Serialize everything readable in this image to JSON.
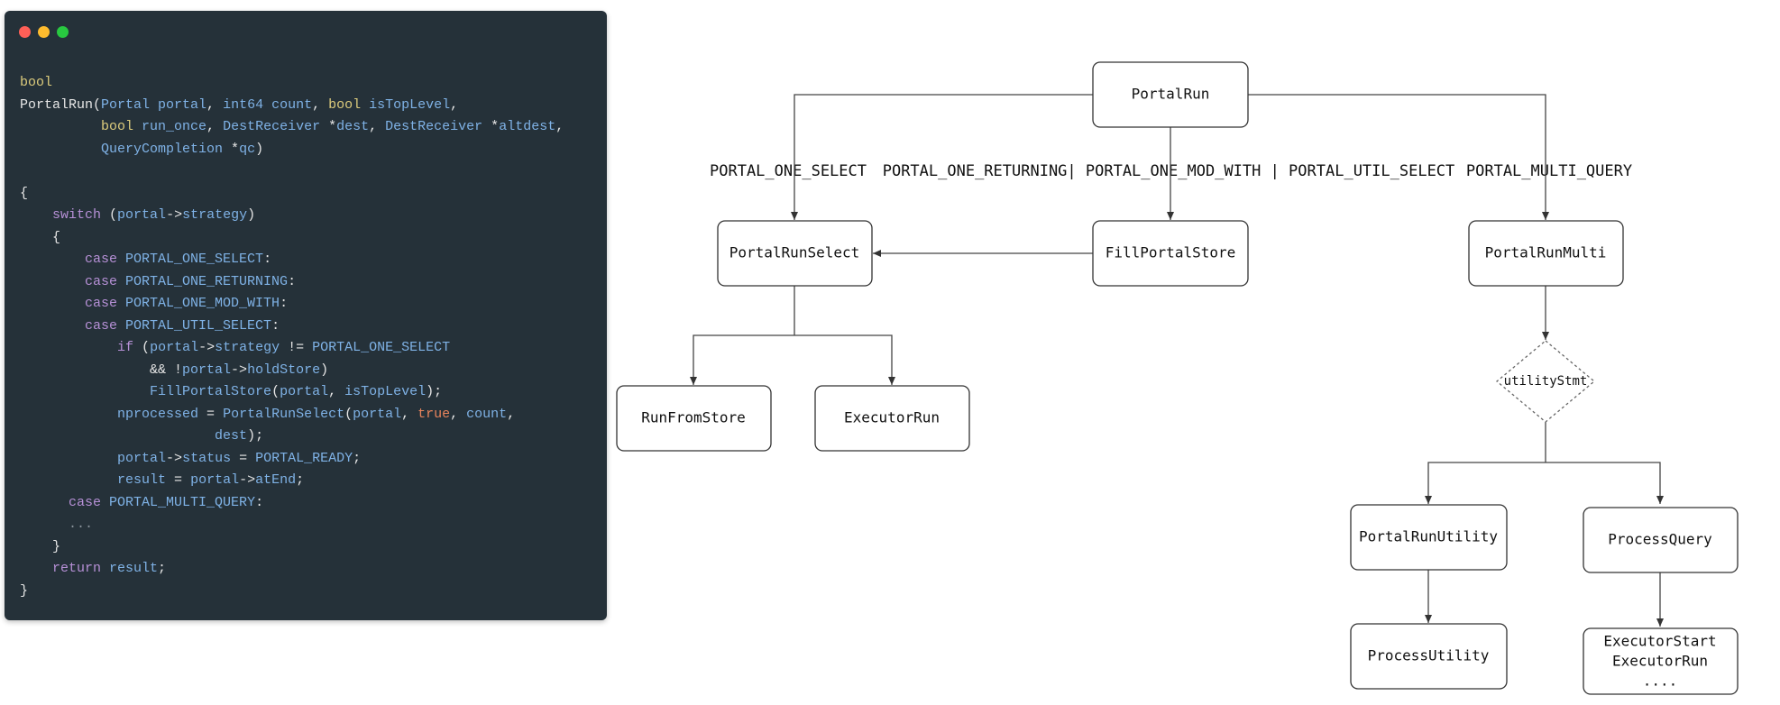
{
  "window": {
    "dots": [
      {
        "color": "#ff5f57"
      },
      {
        "color": "#febc2e"
      },
      {
        "color": "#28c840"
      }
    ]
  },
  "code": [
    [
      [
        "bool",
        "type"
      ]
    ],
    [
      [
        "PortalRun(",
        "plain"
      ],
      [
        "Portal portal",
        "id"
      ],
      [
        ", ",
        "plain"
      ],
      [
        "int64 count",
        "id"
      ],
      [
        ", ",
        "plain"
      ],
      [
        "bool ",
        "type"
      ],
      [
        "isTopLevel",
        "id"
      ],
      [
        ",",
        "plain"
      ]
    ],
    [
      [
        "          ",
        "plain"
      ],
      [
        "bool ",
        "type"
      ],
      [
        "run_once",
        "id"
      ],
      [
        ", ",
        "plain"
      ],
      [
        "DestReceiver ",
        "id"
      ],
      [
        "*",
        "plain"
      ],
      [
        "dest",
        "id"
      ],
      [
        ", ",
        "plain"
      ],
      [
        "DestReceiver ",
        "id"
      ],
      [
        "*",
        "plain"
      ],
      [
        "altdest",
        "id"
      ],
      [
        ",",
        "plain"
      ]
    ],
    [
      [
        "          ",
        "plain"
      ],
      [
        "QueryCompletion ",
        "id"
      ],
      [
        "*",
        "plain"
      ],
      [
        "qc",
        "id"
      ],
      [
        ")",
        "plain"
      ]
    ],
    [
      [
        "",
        "plain"
      ]
    ],
    [
      [
        "{",
        "plain"
      ]
    ],
    [
      [
        "    ",
        "plain"
      ],
      [
        "switch ",
        "kw"
      ],
      [
        "(",
        "plain"
      ],
      [
        "portal",
        "id"
      ],
      [
        "->",
        "plain"
      ],
      [
        "strategy",
        "id"
      ],
      [
        ")",
        "plain"
      ]
    ],
    [
      [
        "    {",
        "plain"
      ]
    ],
    [
      [
        "        ",
        "plain"
      ],
      [
        "case ",
        "kw"
      ],
      [
        "PORTAL_ONE_SELECT",
        "id"
      ],
      [
        ":",
        "plain"
      ]
    ],
    [
      [
        "        ",
        "plain"
      ],
      [
        "case ",
        "kw"
      ],
      [
        "PORTAL_ONE_RETURNING",
        "id"
      ],
      [
        ":",
        "plain"
      ]
    ],
    [
      [
        "        ",
        "plain"
      ],
      [
        "case ",
        "kw"
      ],
      [
        "PORTAL_ONE_MOD_WITH",
        "id"
      ],
      [
        ":",
        "plain"
      ]
    ],
    [
      [
        "        ",
        "plain"
      ],
      [
        "case ",
        "kw"
      ],
      [
        "PORTAL_UTIL_SELECT",
        "id"
      ],
      [
        ":",
        "plain"
      ]
    ],
    [
      [
        "            ",
        "plain"
      ],
      [
        "if ",
        "kw"
      ],
      [
        "(",
        "plain"
      ],
      [
        "portal",
        "id"
      ],
      [
        "->",
        "plain"
      ],
      [
        "strategy",
        "id"
      ],
      [
        " != ",
        "plain"
      ],
      [
        "PORTAL_ONE_SELECT",
        "id"
      ]
    ],
    [
      [
        "                && !",
        "plain"
      ],
      [
        "portal",
        "id"
      ],
      [
        "->",
        "plain"
      ],
      [
        "holdStore",
        "id"
      ],
      [
        ")",
        "plain"
      ]
    ],
    [
      [
        "                ",
        "plain"
      ],
      [
        "FillPortalStore",
        "id"
      ],
      [
        "(",
        "plain"
      ],
      [
        "portal",
        "id"
      ],
      [
        ", ",
        "plain"
      ],
      [
        "isTopLevel",
        "id"
      ],
      [
        ");",
        "plain"
      ]
    ],
    [
      [
        "            ",
        "plain"
      ],
      [
        "nprocessed",
        "id"
      ],
      [
        " = ",
        "plain"
      ],
      [
        "PortalRunSelect",
        "id"
      ],
      [
        "(",
        "plain"
      ],
      [
        "portal",
        "id"
      ],
      [
        ", ",
        "plain"
      ],
      [
        "true",
        "lit"
      ],
      [
        ", ",
        "plain"
      ],
      [
        "count",
        "id"
      ],
      [
        ",",
        "plain"
      ]
    ],
    [
      [
        "                        ",
        "plain"
      ],
      [
        "dest",
        "id"
      ],
      [
        ");",
        "plain"
      ]
    ],
    [
      [
        "            ",
        "plain"
      ],
      [
        "portal",
        "id"
      ],
      [
        "->",
        "plain"
      ],
      [
        "status",
        "id"
      ],
      [
        " = ",
        "plain"
      ],
      [
        "PORTAL_READY",
        "id"
      ],
      [
        ";",
        "plain"
      ]
    ],
    [
      [
        "            ",
        "plain"
      ],
      [
        "result",
        "id"
      ],
      [
        " = ",
        "plain"
      ],
      [
        "portal",
        "id"
      ],
      [
        "->",
        "plain"
      ],
      [
        "atEnd",
        "id"
      ],
      [
        ";",
        "plain"
      ]
    ],
    [
      [
        "      ",
        "plain"
      ],
      [
        "case ",
        "kw"
      ],
      [
        "PORTAL_MULTI_QUERY",
        "id"
      ],
      [
        ":",
        "plain"
      ]
    ],
    [
      [
        "      ",
        "plain"
      ],
      [
        "...",
        "dim"
      ]
    ],
    [
      [
        "    }",
        "plain"
      ]
    ],
    [
      [
        "    ",
        "plain"
      ],
      [
        "return ",
        "kw"
      ],
      [
        "result",
        "id"
      ],
      [
        ";",
        "plain"
      ]
    ],
    [
      [
        "}",
        "plain"
      ]
    ]
  ],
  "diagram": {
    "nodes": {
      "portal_run": "PortalRun",
      "portal_run_select": "PortalRunSelect",
      "fill_portal_store": "FillPortalStore",
      "portal_run_multi": "PortalRunMulti",
      "run_from_store": "RunFromStore",
      "executor_run": "ExecutorRun",
      "utility_stmt": "utilityStmt",
      "portal_run_utility": "PortalRunUtility",
      "process_query": "ProcessQuery",
      "process_utility": "ProcessUtility",
      "executor_lines": [
        "ExecutorStart",
        "ExecutorRun",
        "...."
      ]
    },
    "edge_labels": {
      "one_select": "PORTAL_ONE_SELECT",
      "returning_mod_util": "PORTAL_ONE_RETURNING| PORTAL_ONE_MOD_WITH | PORTAL_UTIL_SELECT",
      "multi_query": "PORTAL_MULTI_QUERY"
    }
  }
}
